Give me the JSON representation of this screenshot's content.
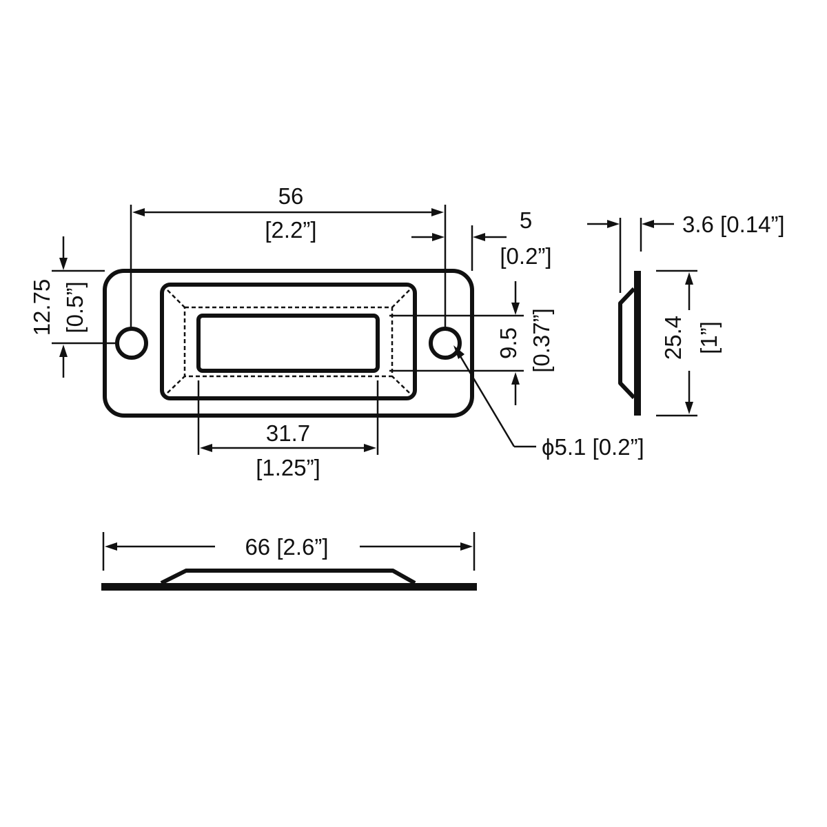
{
  "dimensions": {
    "hole_spacing": {
      "metric": "56",
      "imperial": "[2.2”]"
    },
    "hole_edge_offset": {
      "metric": "5",
      "imperial": "[0.2”]"
    },
    "hole_height": {
      "metric": "12.75",
      "imperial": "[0.5”]"
    },
    "opening_height": {
      "metric": "9.5",
      "imperial": "[0.37”]"
    },
    "opening_width": {
      "metric": "31.7",
      "imperial": "[1.25”]"
    },
    "hole_diameter": {
      "label": "ϕ5.1 [0.2”]"
    },
    "thickness": {
      "label": "3.6 [0.14”]"
    },
    "plate_height": {
      "metric": "25.4",
      "imperial": "[1”]"
    },
    "overall_length": {
      "label": "66 [2.6”]"
    }
  },
  "colors": {
    "line": "#111111",
    "background": "#ffffff"
  }
}
